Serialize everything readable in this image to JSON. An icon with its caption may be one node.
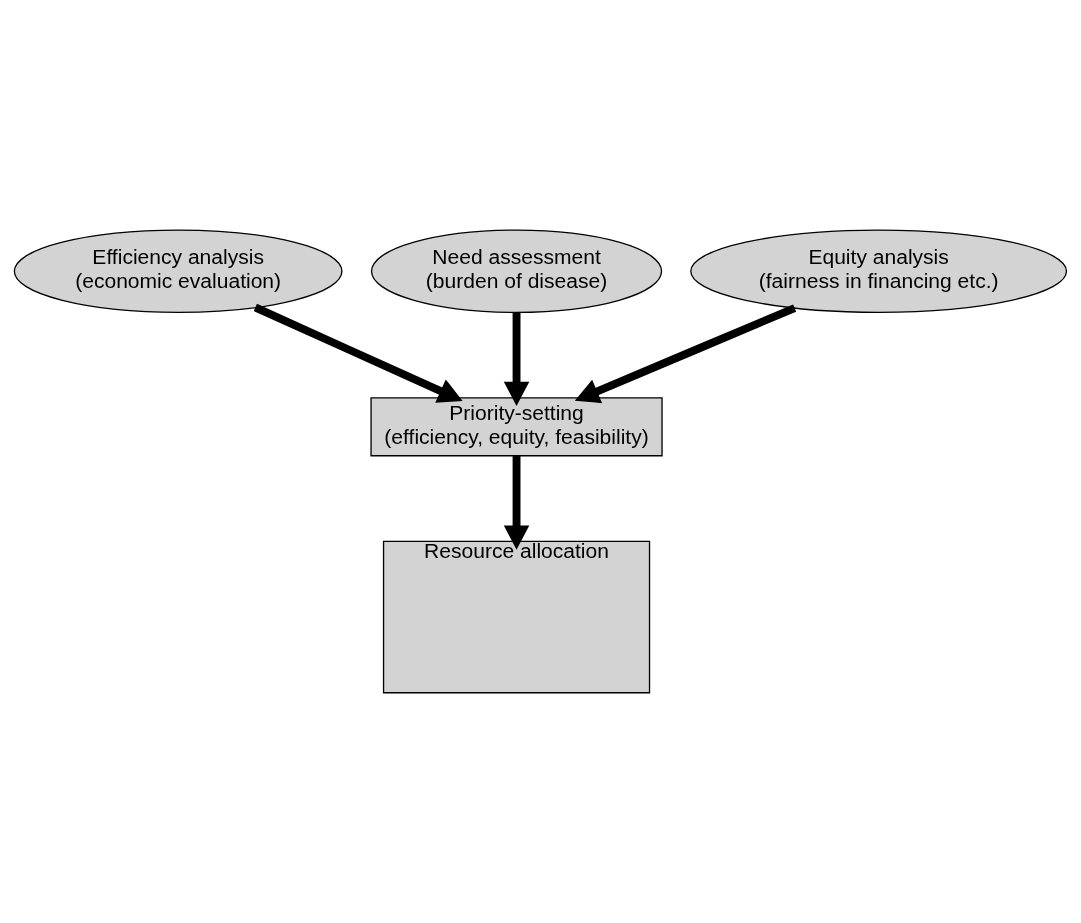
{
  "diagram": {
    "nodes": [
      {
        "text": [
          "Need assessment",
          "(burden of disease)"
        ]
      },
      {
        "text": [
          "Efficiency analysis",
          "(economic evaluation)"
        ]
      },
      {
        "text": [
          "Equity analysis",
          "(fairness in financing etc.)"
        ]
      },
      {
        "text": [
          "Priority-setting",
          "(efficiency, equity, feasibility)"
        ]
      },
      {
        "text": [
          "Resource allocation"
        ]
      }
    ],
    "edges": [
      {
        "from": 0,
        "to": 3,
        "arrow": "to"
      },
      {
        "from": 1,
        "to": 3,
        "arrow": "to"
      },
      {
        "from": 2,
        "to": 3,
        "arrow": "to"
      },
      {
        "from": 3,
        "to": 4,
        "arrow": "to"
      }
    ]
  }
}
